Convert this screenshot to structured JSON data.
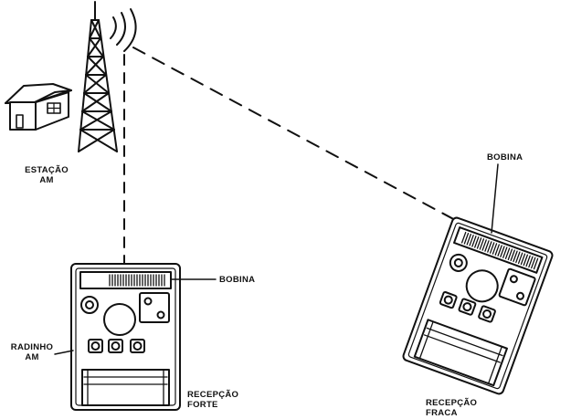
{
  "labels": {
    "station_line1": "ESTAÇÃO",
    "station_line2": "AM",
    "coil_left": "BOBINA",
    "coil_right": "BOBINA",
    "radio_line1": "RADINHO",
    "radio_line2": "AM",
    "strong_line1": "RECEPÇÃO",
    "strong_line2": "FORTE",
    "weak_line1": "RECEPÇÃO",
    "weak_line2": "FRACA"
  }
}
